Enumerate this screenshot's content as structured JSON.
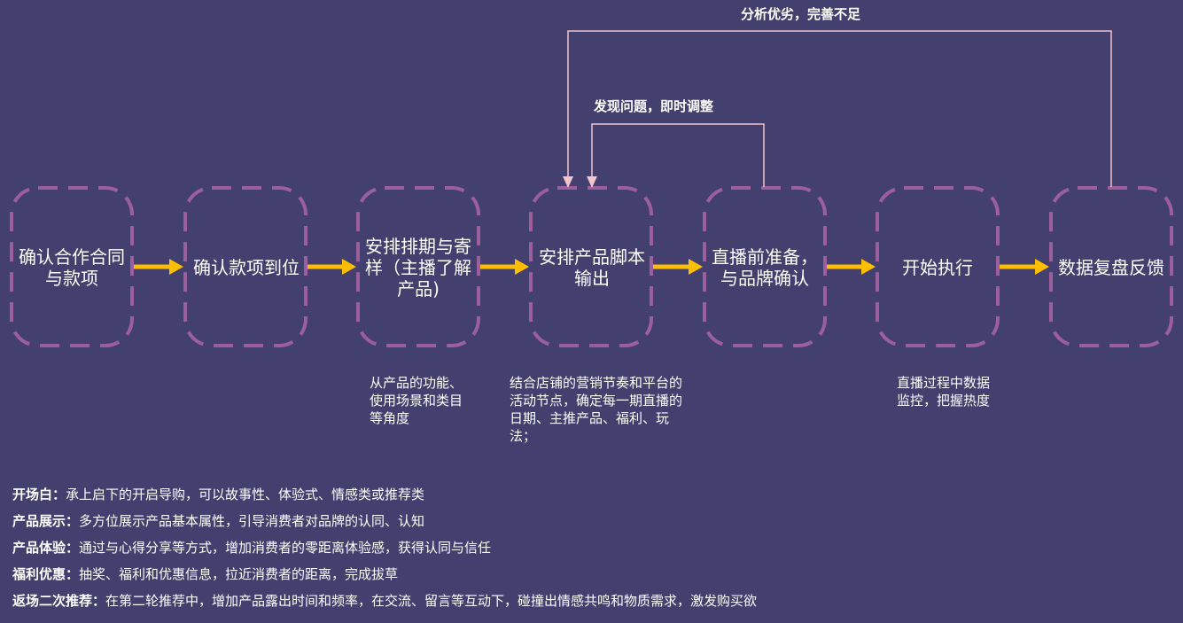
{
  "steps": [
    {
      "label": "确认合作合同与款项"
    },
    {
      "label": "确认款项到位"
    },
    {
      "label": "安排排期与寄样（主播了解产品)"
    },
    {
      "label": "安排产品脚本输出"
    },
    {
      "label": "直播前准备，与品牌确认"
    },
    {
      "label": "开始执行"
    },
    {
      "label": "数据复盘反馈"
    }
  ],
  "feedback": {
    "outer_label": "分析优劣，完善不足",
    "inner_label": "发现问题，即时调整"
  },
  "notes": {
    "step3": "从产品的功能、使用场景和类目等角度",
    "step4": "结合店铺的营销节奏和平台的活动节点，确定每一期直播的日期、主推产品、福利、玩法；",
    "step6": "直播过程中数据监控，把握热度"
  },
  "legend": [
    {
      "term": "开场白",
      "sep": "：",
      "desc": "承上启下的开启导购，可以故事性、体验式、情感类或推荐类"
    },
    {
      "term": "产品展示",
      "sep": "：",
      "desc": "多方位展示产品基本属性，引导消费者对品牌的认同、认知"
    },
    {
      "term": "产品体验",
      "sep": "：",
      "desc": "通过与心得分享等方式，增加消费者的零距离体验感，获得认同与信任"
    },
    {
      "term": "福利优惠",
      "sep": "：",
      "desc": "抽奖、福利和优惠信息，拉近消费者的距离，完成拔草"
    },
    {
      "term": "返场二次推荐",
      "sep": "：",
      "desc": "在第二轮推荐中，增加产品露出时间和频率，在交流、留言等互动下，碰撞出情感共鸣和物质需求，激发购买欲"
    }
  ],
  "colors": {
    "background": "#433f6e",
    "box_border": "#9b5f9e",
    "arrow": "#ffbf00",
    "feedback_line": "#f2c4cc",
    "text": "#ffffff"
  }
}
